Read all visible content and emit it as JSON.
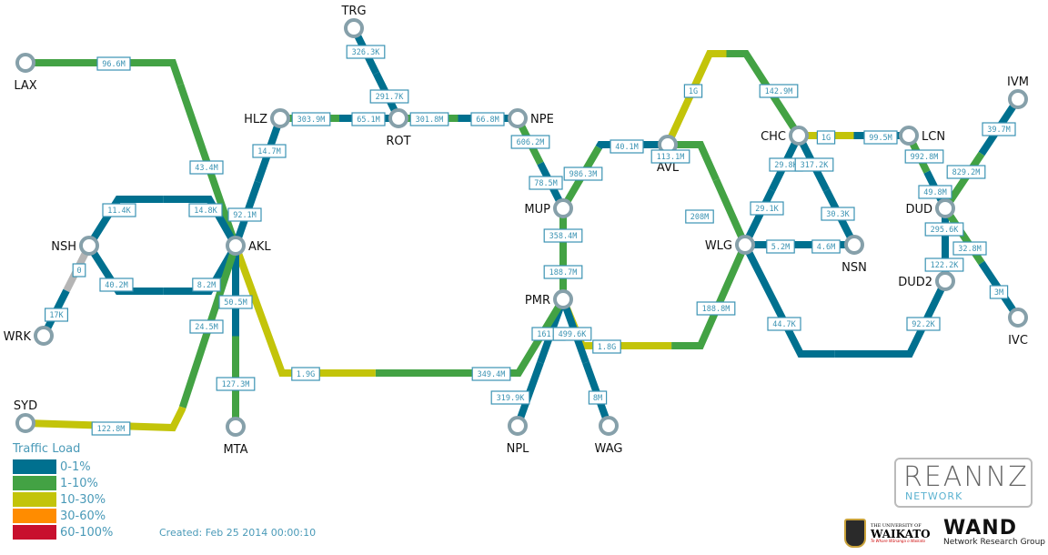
{
  "colors": {
    "blue": "#00708f",
    "green": "#43a244",
    "yellow": "#c3c40a",
    "orange": "#ff8c00",
    "red": "#c8102e",
    "grey": "#b5b5b5"
  },
  "nodes": {
    "LAX": "LAX",
    "TRG": "TRG",
    "HLZ": "HLZ",
    "ROT": "ROT",
    "NPE": "NPE",
    "AKL": "AKL",
    "NSH": "NSH",
    "WRK": "WRK",
    "SYD": "SYD",
    "MTA": "MTA",
    "MUP": "MUP",
    "PMR": "PMR",
    "NPL": "NPL",
    "WAG": "WAG",
    "AVL": "AVL",
    "CHC": "CHC",
    "LCN": "LCN",
    "WLG": "WLG",
    "NSN": "NSN",
    "DUD": "DUD",
    "IVM": "IVM",
    "DUD2": "DUD2",
    "IVC": "IVC"
  },
  "links": [
    {
      "id": "lax-akl",
      "from": "LAX",
      "to": "AKL",
      "labels": [
        "96.6M",
        "43.4M"
      ],
      "load": [
        "green",
        "green"
      ]
    },
    {
      "id": "trg-rot",
      "from": "TRG",
      "to": "ROT",
      "labels": [
        "326.3K",
        "291.7K"
      ],
      "load": [
        "blue",
        "blue"
      ]
    },
    {
      "id": "hlz-rot",
      "from": "HLZ",
      "to": "ROT",
      "labels": [
        "303.9M",
        "65.1M"
      ],
      "load": [
        "green",
        "blue"
      ]
    },
    {
      "id": "rot-npe",
      "from": "ROT",
      "to": "NPE",
      "labels": [
        "301.8M",
        "66.8M"
      ],
      "load": [
        "green",
        "blue"
      ]
    },
    {
      "id": "hlz-akl",
      "from": "HLZ",
      "to": "AKL",
      "labels": [
        "14.7M",
        "92.1M"
      ],
      "load": [
        "blue",
        "blue"
      ]
    },
    {
      "id": "npe-mup",
      "from": "NPE",
      "to": "MUP",
      "labels": [
        "606.2M",
        "78.5M"
      ],
      "load": [
        "green",
        "blue"
      ]
    },
    {
      "id": "mup-avl",
      "from": "MUP",
      "to": "AVL",
      "labels": [
        "986.3M",
        "40.1M"
      ],
      "load": [
        "green",
        "blue"
      ]
    },
    {
      "id": "avl-chc",
      "from": "AVL",
      "to": "CHC",
      "labels": [
        "1G",
        "142.9M"
      ],
      "load": [
        "yellow",
        "green"
      ]
    },
    {
      "id": "avl-wlg",
      "from": "AVL",
      "to": "WLG",
      "labels": [
        "113.1M",
        "208M"
      ],
      "load": [
        "green",
        "green"
      ]
    },
    {
      "id": "chc-lcn",
      "from": "CHC",
      "to": "LCN",
      "labels": [
        "1G",
        "99.5M"
      ],
      "load": [
        "yellow",
        "blue"
      ]
    },
    {
      "id": "chc-wlg",
      "from": "CHC",
      "to": "WLG",
      "labels": [
        "29.8K",
        "29.1K"
      ],
      "load": [
        "blue",
        "blue"
      ]
    },
    {
      "id": "chc-nsn",
      "from": "CHC",
      "to": "NSN",
      "labels": [
        "317.2K",
        "30.3K"
      ],
      "load": [
        "blue",
        "blue"
      ]
    },
    {
      "id": "wlg-nsn",
      "from": "WLG",
      "to": "NSN",
      "labels": [
        "5.2M",
        "4.6M"
      ],
      "load": [
        "blue",
        "blue"
      ]
    },
    {
      "id": "lcn-dud",
      "from": "LCN",
      "to": "DUD",
      "labels": [
        "992.8M",
        "49.8M"
      ],
      "load": [
        "green",
        "blue"
      ]
    },
    {
      "id": "ivm-dud",
      "from": "IVM",
      "to": "DUD",
      "labels": [
        "39.7M",
        "829.2M"
      ],
      "load": [
        "blue",
        "green"
      ]
    },
    {
      "id": "dud-dud2",
      "from": "DUD",
      "to": "DUD2",
      "labels": [
        "295.6K",
        "122.2K"
      ],
      "load": [
        "blue",
        "blue"
      ]
    },
    {
      "id": "dud-ivc",
      "from": "DUD",
      "to": "IVC",
      "labels": [
        "32.8M",
        "3M"
      ],
      "load": [
        "green",
        "blue"
      ]
    },
    {
      "id": "wlg-dud2",
      "from": "WLG",
      "to": "DUD2",
      "labels": [
        "44.7K",
        "92.2K"
      ],
      "load": [
        "blue",
        "blue"
      ]
    },
    {
      "id": "wlg-pmr",
      "from": "WLG",
      "to": "PMR",
      "labels": [
        "188.8M",
        "1.8G"
      ],
      "load": [
        "green",
        "yellow"
      ]
    },
    {
      "id": "mup-pmr",
      "from": "MUP",
      "to": "PMR",
      "labels": [
        "358.4M",
        "188.7M"
      ],
      "load": [
        "green",
        "green"
      ]
    },
    {
      "id": "pmr-npl",
      "from": "PMR",
      "to": "NPL",
      "labels": [
        "161.1",
        "319.9K"
      ],
      "load": [
        "blue",
        "blue"
      ]
    },
    {
      "id": "pmr-wag",
      "from": "PMR",
      "to": "WAG",
      "labels": [
        "499.6K",
        "8M"
      ],
      "load": [
        "blue",
        "blue"
      ]
    },
    {
      "id": "pmr-akl",
      "from": "PMR",
      "to": "AKL",
      "labels": [
        "349.4M",
        "1.9G"
      ],
      "load": [
        "green",
        "yellow"
      ]
    },
    {
      "id": "akl-nsh-top",
      "from": "AKL",
      "to": "NSH",
      "labels": [
        "14.8K",
        "11.4K"
      ],
      "load": [
        "blue",
        "blue"
      ]
    },
    {
      "id": "akl-nsh-bottom",
      "from": "AKL",
      "to": "NSH",
      "labels": [
        "8.2M",
        "40.2M"
      ],
      "load": [
        "blue",
        "blue"
      ]
    },
    {
      "id": "nsh-wrk",
      "from": "NSH",
      "to": "WRK",
      "labels": [
        "0",
        "17K"
      ],
      "load": [
        "grey",
        "blue"
      ]
    },
    {
      "id": "akl-mta",
      "from": "AKL",
      "to": "MTA",
      "labels": [
        "50.5M",
        "127.3M"
      ],
      "load": [
        "blue",
        "green"
      ]
    },
    {
      "id": "akl-syd",
      "from": "AKL",
      "to": "SYD",
      "labels": [
        "24.5M",
        "122.8M"
      ],
      "load": [
        "green",
        "yellow"
      ]
    }
  ],
  "legend": {
    "title": "Traffic Load",
    "items": [
      {
        "label": "0-1%",
        "color": "#00708f"
      },
      {
        "label": "1-10%",
        "color": "#43a244"
      },
      {
        "label": "10-30%",
        "color": "#c3c40a"
      },
      {
        "label": "30-60%",
        "color": "#ff8c00"
      },
      {
        "label": "60-100%",
        "color": "#c8102e"
      }
    ]
  },
  "created": "Created: Feb 25 2014 00:00:10",
  "logos": {
    "reannz": "REANNZ",
    "reannz_sub": "NETWORK",
    "waikato_small": "THE UNIVERSITY OF",
    "waikato": "WAIKATO",
    "waikato_motto": "Te Whare Wānanga o Waikato",
    "wand": "WAND",
    "wand_sub": "Network Research Group"
  }
}
